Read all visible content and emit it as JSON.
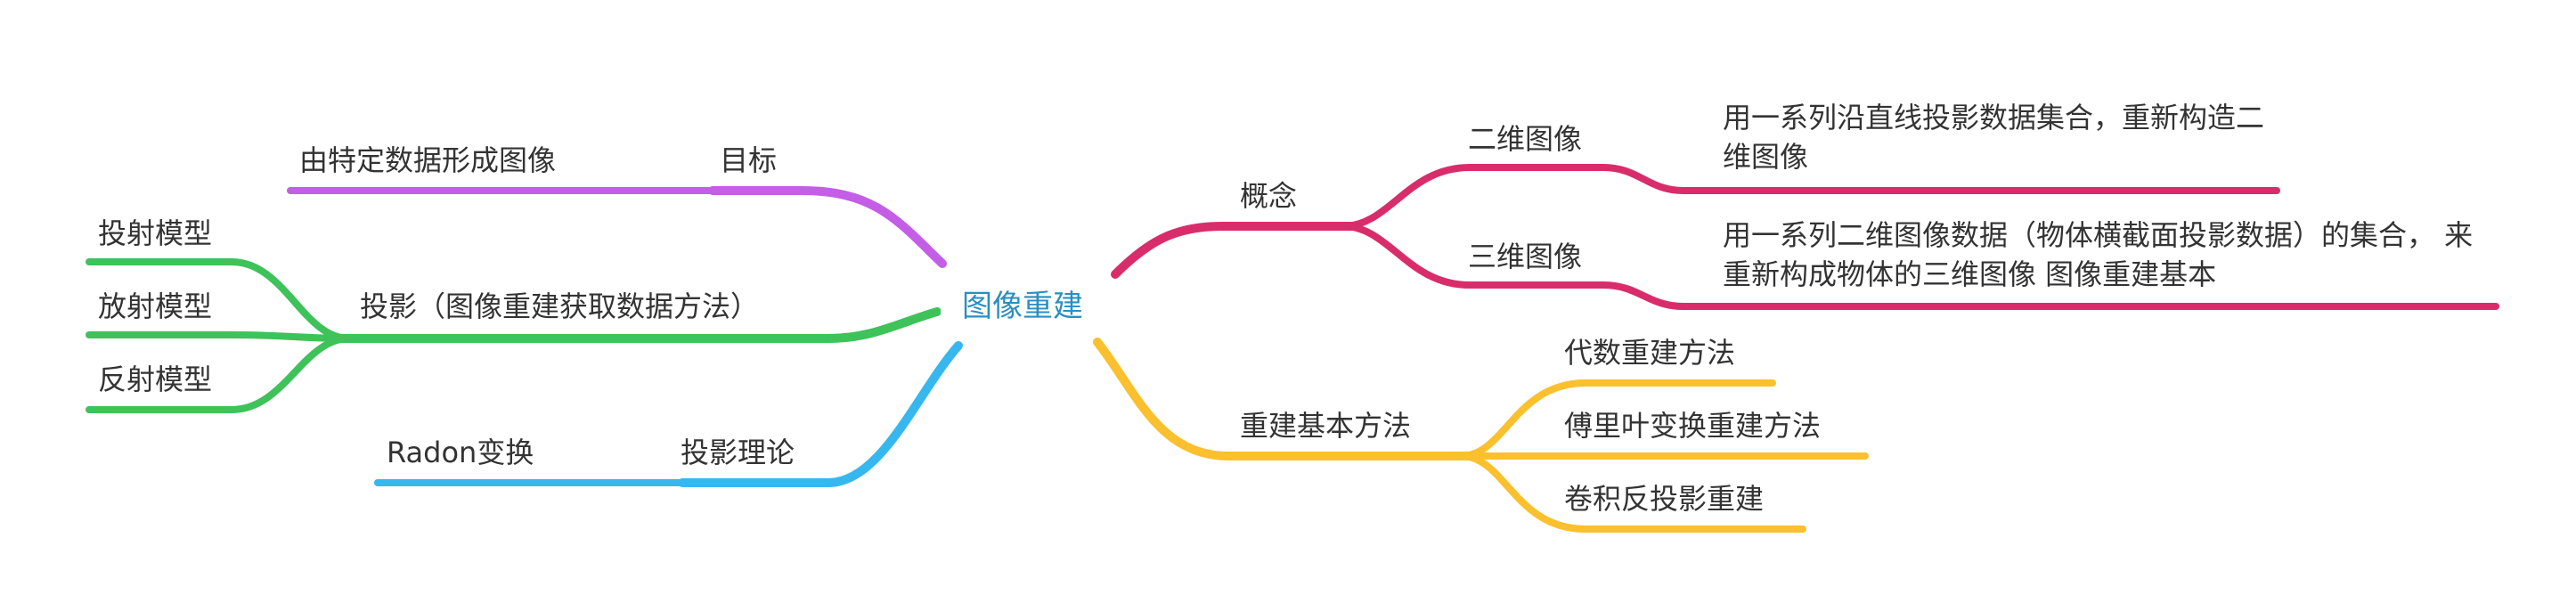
{
  "root": {
    "label": "图像重建",
    "color": "#2a8fbf"
  },
  "branches": {
    "concept": {
      "label": "概念",
      "color": "#d92d6b",
      "children": {
        "two_d": {
          "label": "二维图像",
          "note": "用一系列沿直线投影数据集合，重新构造二维图像"
        },
        "three_d": {
          "label": "三维图像",
          "note": "用一系列二维图像数据（物体横截面投影数据）的集合， 来重新构成物体的三维图像 图像重建基本"
        }
      }
    },
    "methods": {
      "label": "重建基本方法",
      "color": "#fbc02d",
      "children": [
        "代数重建方法",
        "傅里叶变换重建方法",
        "卷积反投影重建"
      ]
    },
    "goal": {
      "label": "目标",
      "color": "#c45ee6",
      "children": [
        "由特定数据形成图像"
      ]
    },
    "projection": {
      "label": "投影（图像重建获取数据方法）",
      "color": "#3ec25a",
      "children": [
        "投射模型",
        "放射模型",
        "反射模型"
      ]
    },
    "theory": {
      "label": "投影理论",
      "color": "#36b8ef",
      "children": [
        "Radon变换"
      ]
    }
  }
}
